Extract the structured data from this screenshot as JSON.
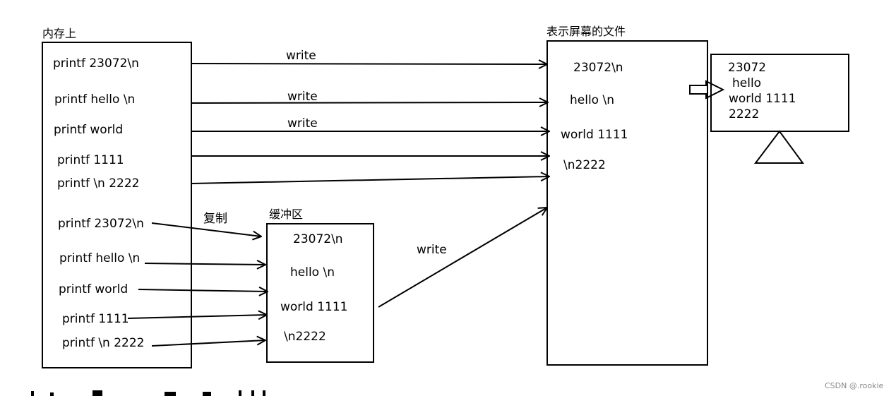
{
  "memory": {
    "heading": "内存上",
    "lines": [
      "printf   23072\\n",
      "printf  hello \\n",
      "printf  world",
      "printf 1111",
      "printf \\n 2222"
    ],
    "lines2": [
      "printf   23072\\n",
      "printf  hello \\n",
      "printf  world",
      "printf 1111",
      "printf \\n 2222"
    ]
  },
  "screen_file": {
    "heading": "表示屏幕的文件",
    "lines": [
      "23072\\n",
      "hello \\n",
      "world 1111",
      "\\n2222"
    ]
  },
  "buffer": {
    "heading": "缓冲区",
    "lines": [
      "23072\\n",
      "hello \\n",
      "world 1111",
      "\\n2222"
    ]
  },
  "monitor": {
    "lines": [
      "23072",
      "hello",
      "world 1111",
      "2222"
    ]
  },
  "labels": {
    "write1": "write",
    "write2": "write",
    "write3": "write",
    "write4": "write",
    "copy": "复制"
  },
  "watermark": "CSDN @.rookie"
}
